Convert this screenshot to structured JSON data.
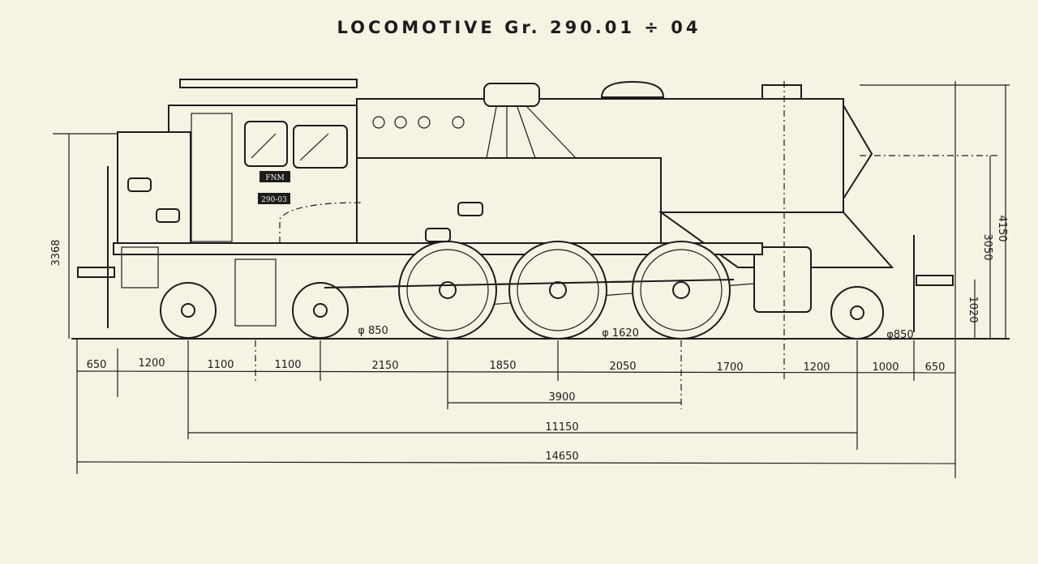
{
  "title": "LOCOMOTIVE  Gr.  290.01 ÷ 04",
  "plates": {
    "owner": "FNM",
    "number": "290-03"
  },
  "horizontal_dimensions": [
    "650",
    "1200",
    "1100",
    "1100",
    "2150",
    "1850",
    "2050",
    "1700",
    "1200",
    "1000",
    "650"
  ],
  "overall_dimensions": {
    "coupled_wheelbase": "3900",
    "total_wheelbase": "11150",
    "length_over_buffers": "14650"
  },
  "vertical_dimensions": {
    "cab_height": "3368",
    "buffer_height": "1020",
    "boiler_axis_height": "3050",
    "max_height": "4150"
  },
  "wheel_diameters": {
    "carrying": "φ 850",
    "driving": "φ 1620",
    "trailing": "φ850"
  }
}
